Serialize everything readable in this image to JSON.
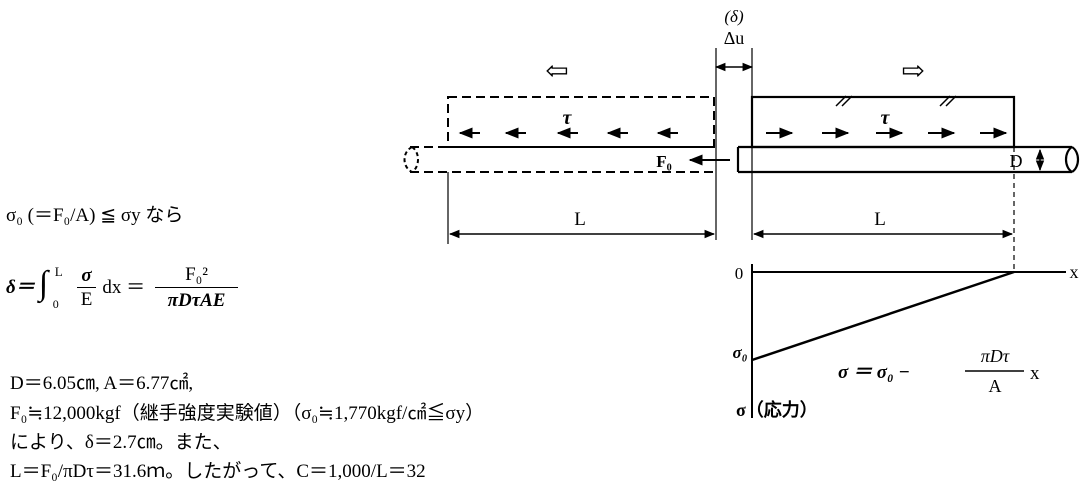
{
  "formulas": {
    "condition": "σ₀ (＝F₀/A) ≦ σy なら",
    "delta_lhs": "δ＝",
    "integral_sign": "∫",
    "int_upper": "L",
    "int_lower": "0",
    "int_num": "σ",
    "int_den": "E",
    "int_dx": "dx ＝",
    "result_num": "F₀²",
    "result_den": "πDτAE"
  },
  "text_lines": {
    "line1": "D＝6.05㎝,  A＝6.77㎠,",
    "line2": "F₀≒12,000kgf（継手強度実験値）（σ₀≒1,770kgf/㎠≦σy）",
    "line3": "により、δ＝2.7㎝。また、",
    "line4": "L＝F₀/πDτ＝31.6ｍ。したがって、C＝1,000/L＝32"
  },
  "diagram": {
    "delta_label": "(δ)",
    "delta_u_label": "Δu",
    "left_arrow": "⇦",
    "right_arrow": "⇨",
    "tau_left": "τ",
    "tau_right": "τ",
    "f0_label": "F₀",
    "d_label": "D",
    "l_left": "L",
    "l_right": "L",
    "stress_zero": "0",
    "stress_x": "x",
    "stress_sigma0": "σ₀",
    "stress_sigma_axis": "σ（応力）",
    "stress_eq_lhs": "σ ＝ σ₀ −",
    "stress_eq_num": "πDτ",
    "stress_eq_den": "A",
    "stress_eq_x": "x"
  }
}
